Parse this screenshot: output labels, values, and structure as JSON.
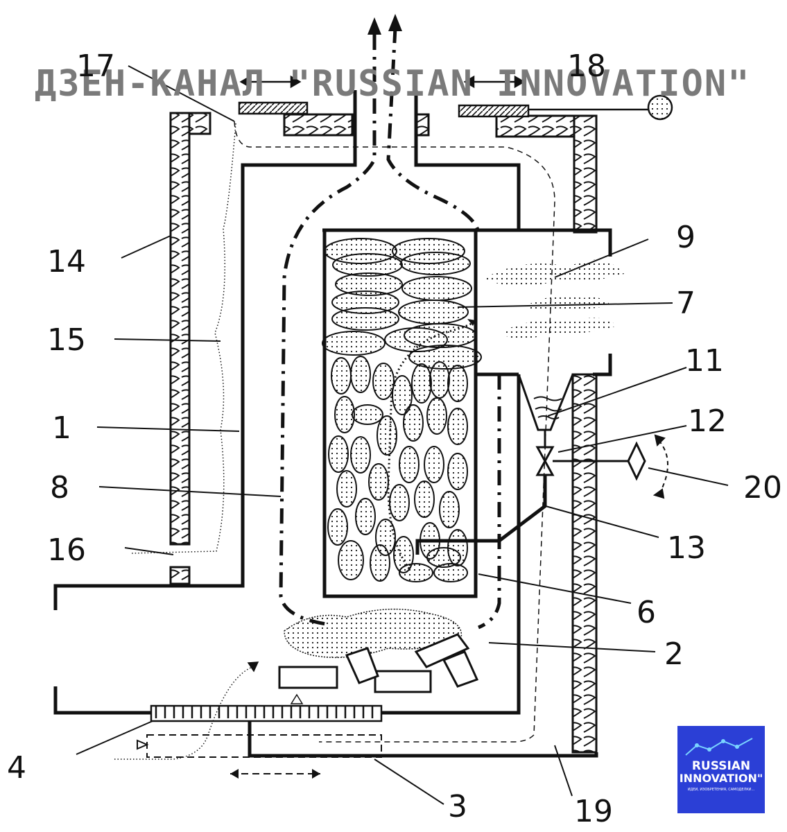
{
  "watermark": "ДЗЕН-КАНАЛ \"RUSSIAN INNOVATION\"",
  "callouts": {
    "c1": "1",
    "c2": "2",
    "c3": "3",
    "c4": "4",
    "c6": "6",
    "c7": "7",
    "c8": "8",
    "c9": "9",
    "c11": "11",
    "c12": "12",
    "c13": "13",
    "c14": "14",
    "c15": "15",
    "c16": "16",
    "c17": "17",
    "c18": "18",
    "c19": "19",
    "c20": "20"
  },
  "logo": {
    "line1": "RUSSIAN",
    "line2": "INNOVATION\"",
    "line3": "ИДЕИ, ИЗОБРЕТЕНИЯ, САМОДЕЛКИ..."
  },
  "colors": {
    "line": "#111111",
    "watermark": "#7a7a7a",
    "logo_bg": "#2b3fd6"
  }
}
